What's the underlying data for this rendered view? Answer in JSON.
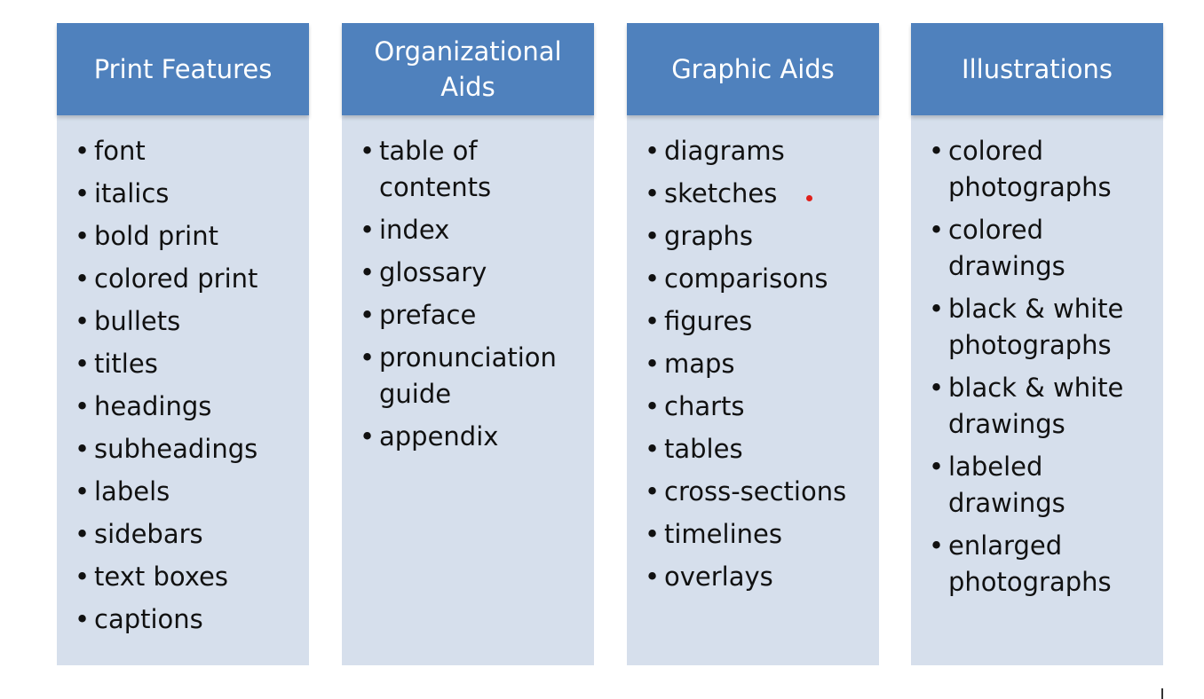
{
  "columns": [
    {
      "title": "Print Features",
      "items": [
        "font",
        "italics",
        "bold print",
        "colored print",
        "bullets",
        "titles",
        "headings",
        "subheadings",
        "labels",
        "sidebars",
        "text boxes",
        "captions"
      ]
    },
    {
      "title": "Organizational Aids",
      "items": [
        "table of contents",
        "index",
        "glossary",
        "preface",
        "pronunciation guide",
        "appendix"
      ]
    },
    {
      "title": "Graphic Aids",
      "items": [
        "diagrams",
        "sketches",
        "graphs",
        "comparisons",
        "figures",
        "maps",
        "charts",
        "tables",
        "cross-sections",
        "timelines",
        "overlays"
      ]
    },
    {
      "title": "Illustrations",
      "items": [
        "colored photographs",
        "colored drawings",
        "black & white photographs",
        "black & white drawings",
        "labeled drawings",
        "enlarged photographs"
      ]
    }
  ],
  "colors": {
    "header": "#4f81bd",
    "body": "#d6dfec",
    "marker": "#e0201b"
  }
}
